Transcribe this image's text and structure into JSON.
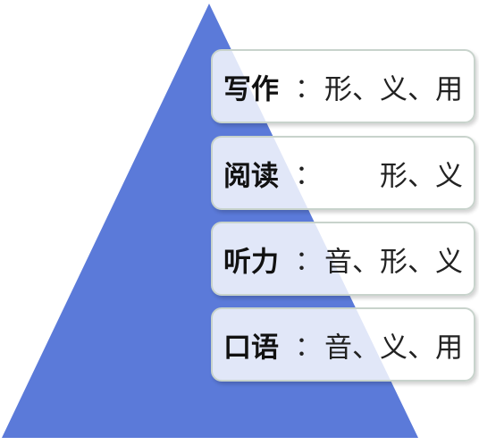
{
  "pyramid": {
    "fill": "#5b7ad9",
    "layers": [
      {
        "skill": "写作",
        "separator": "：",
        "aspects": "形、义、用"
      },
      {
        "skill": "阅读",
        "separator": "：",
        "aspects": "形、义"
      },
      {
        "skill": "听力",
        "separator": "：",
        "aspects": "音、形、义"
      },
      {
        "skill": "口语",
        "separator": "：",
        "aspects": "音、义、用"
      }
    ]
  }
}
